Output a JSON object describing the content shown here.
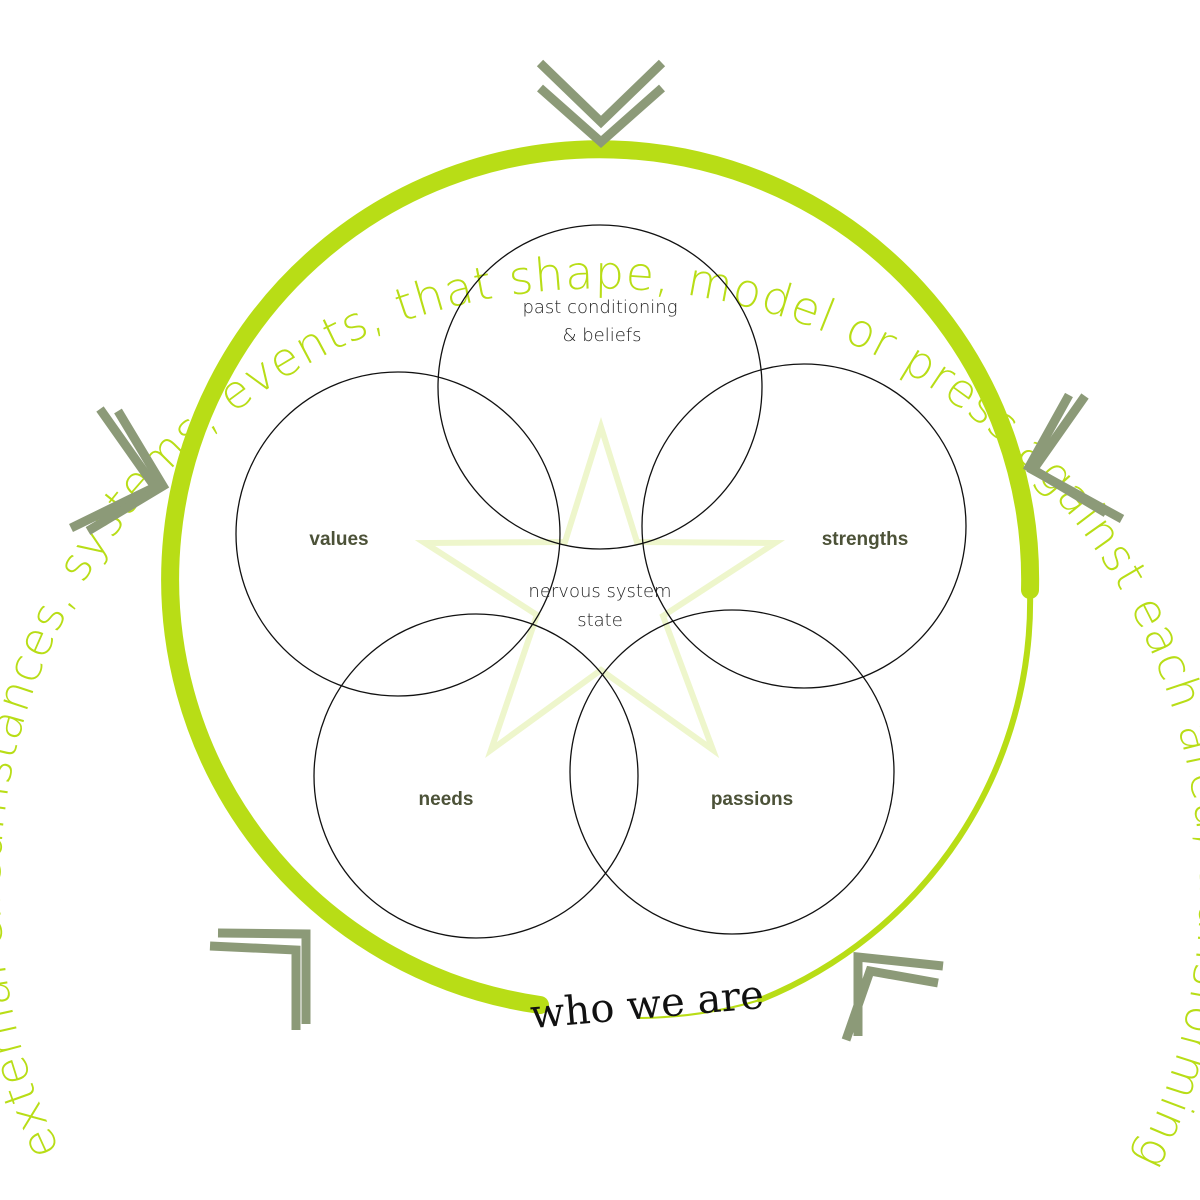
{
  "outer_text": "external circumstances, systems, events, that shape, model or press against each area, transforming it in real time.",
  "center_label": {
    "line1": "nervous system",
    "line2": "state"
  },
  "circles": {
    "top": {
      "line1": "past conditioning",
      "line2": "& beliefs"
    },
    "left": "values",
    "right": "strengths",
    "bottom_left": "needs",
    "bottom_right": "passions"
  },
  "bottom_caption": "who we are",
  "colors": {
    "lime": "#b8dd16",
    "arrow_gray": "#8c9a78",
    "star": "#eef6cc",
    "label_dark": "#4c5238",
    "circle_stroke": "#111111"
  },
  "icons": [
    "chevron-down-icon",
    "chevron-right-icon",
    "chevron-left-icon",
    "chevron-up-right-icon",
    "chevron-up-left-icon"
  ]
}
